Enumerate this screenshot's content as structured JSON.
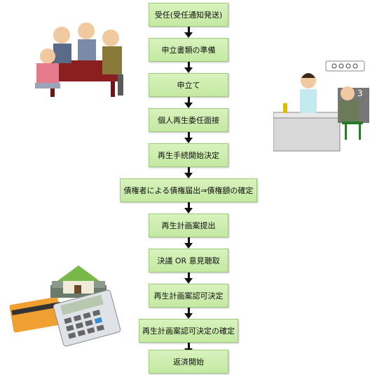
{
  "flow": {
    "steps": [
      "受任(受任通知発送)",
      "申立書類の準備",
      "申立て",
      "個人再生委任面接",
      "再生手続開始決定",
      "債権者による債権届出⇒債権額の確定",
      "再生計画案提出",
      "決議 OR 意見聴取",
      "再生計画案認可決定",
      "再生計画案認可決定の確定",
      "返済開始"
    ]
  },
  "illustrations": {
    "meeting": "meeting-illustration",
    "office": "office-counter-illustration",
    "finance": "house-money-calculator-illustration"
  },
  "colors": {
    "box_fill": "#c4e9a2",
    "box_border": "#9ccb7c",
    "arrow": "#111111"
  }
}
